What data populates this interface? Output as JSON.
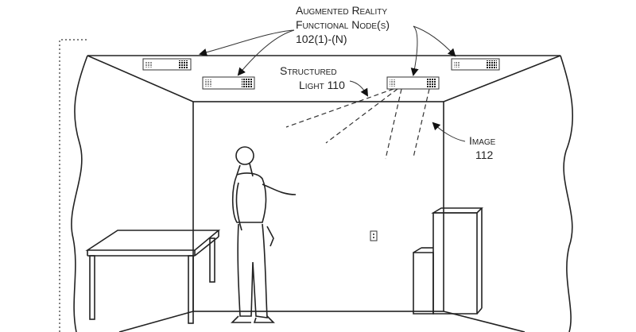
{
  "labels": {
    "ar_nodes": {
      "line1": "Augmented Reality",
      "line2": "Functional Node(s)",
      "line3": "102(1)-(N)"
    },
    "structured_light": {
      "line1": "Structured",
      "line2": "Light 110"
    },
    "image": {
      "line1": "Image",
      "line2": "112"
    }
  }
}
